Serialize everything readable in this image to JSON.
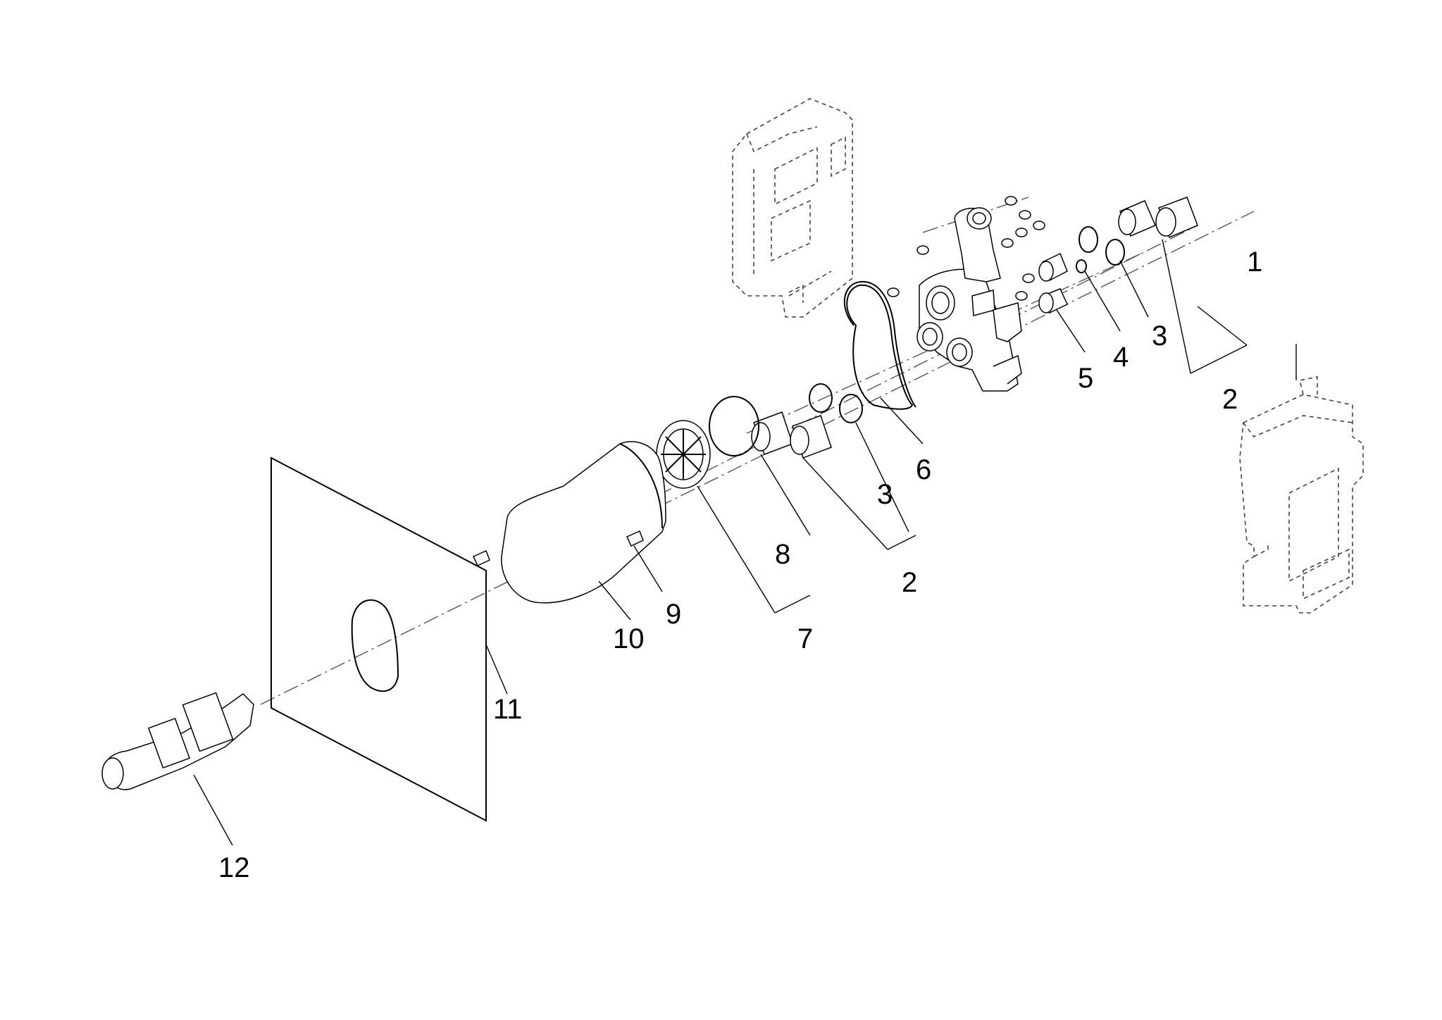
{
  "callouts": [
    {
      "id": "c1",
      "text": "1"
    },
    {
      "id": "c2a",
      "text": "2"
    },
    {
      "id": "c3a",
      "text": "3"
    },
    {
      "id": "c4",
      "text": "4"
    },
    {
      "id": "c5",
      "text": "5"
    },
    {
      "id": "c6",
      "text": "6"
    },
    {
      "id": "c3b",
      "text": "3"
    },
    {
      "id": "c2b",
      "text": "2"
    },
    {
      "id": "c8",
      "text": "8"
    },
    {
      "id": "c9",
      "text": "9"
    },
    {
      "id": "c10",
      "text": "10"
    },
    {
      "id": "c7",
      "text": "7"
    },
    {
      "id": "c11",
      "text": "11"
    },
    {
      "id": "c12",
      "text": "12"
    }
  ]
}
